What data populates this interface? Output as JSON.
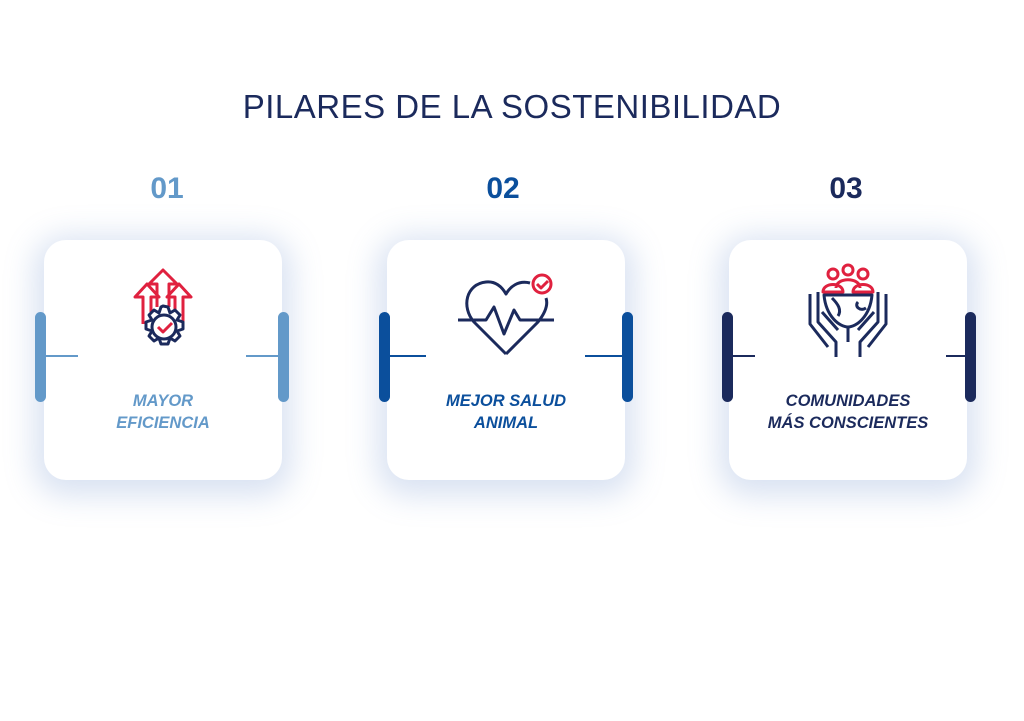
{
  "title": "PILARES DE LA SOSTENIBILIDAD",
  "colors": {
    "accent_red": "#e0213f",
    "light_blue": "#6399c9",
    "mid_blue": "#0b4f9c",
    "navy": "#1b2a5c"
  },
  "pillars": [
    {
      "number": "01",
      "line1": "MAYOR",
      "line2": "EFICIENCIA",
      "icon": "gear-arrows-check-icon",
      "color": "#6399c9"
    },
    {
      "number": "02",
      "line1": "MEJOR SALUD",
      "line2": "ANIMAL",
      "icon": "heart-pulse-check-icon",
      "color": "#0b4f9c"
    },
    {
      "number": "03",
      "line1": "COMUNIDADES",
      "line2": "MÁS CONSCIENTES",
      "icon": "hands-globe-people-icon",
      "color": "#1b2a5c"
    }
  ]
}
